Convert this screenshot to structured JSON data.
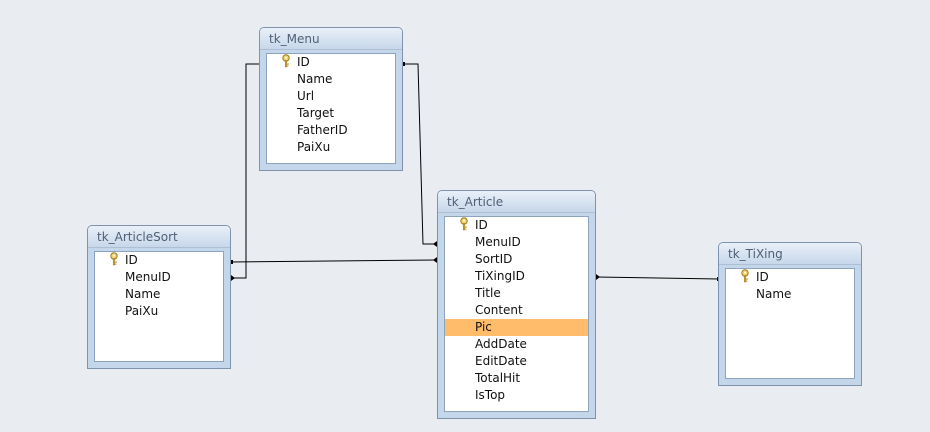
{
  "tables": {
    "menu": {
      "title": "tk_Menu",
      "columns": [
        {
          "name": "ID",
          "key": true
        },
        {
          "name": "Name",
          "key": false
        },
        {
          "name": "Url",
          "key": false
        },
        {
          "name": "Target",
          "key": false
        },
        {
          "name": "FatherID",
          "key": false
        },
        {
          "name": "PaiXu",
          "key": false
        }
      ]
    },
    "article_sort": {
      "title": "tk_ArticleSort",
      "columns": [
        {
          "name": "ID",
          "key": true
        },
        {
          "name": "MenuID",
          "key": false
        },
        {
          "name": "Name",
          "key": false
        },
        {
          "name": "PaiXu",
          "key": false
        }
      ]
    },
    "article": {
      "title": "tk_Article",
      "columns": [
        {
          "name": "ID",
          "key": true
        },
        {
          "name": "MenuID",
          "key": false
        },
        {
          "name": "SortID",
          "key": false
        },
        {
          "name": "TiXingID",
          "key": false
        },
        {
          "name": "Title",
          "key": false
        },
        {
          "name": "Content",
          "key": false
        },
        {
          "name": "Pic",
          "key": false,
          "selected": true
        },
        {
          "name": "AddDate",
          "key": false
        },
        {
          "name": "EditDate",
          "key": false
        },
        {
          "name": "TotalHit",
          "key": false
        },
        {
          "name": "IsTop",
          "key": false
        }
      ]
    },
    "tixing": {
      "title": "tk_TiXing",
      "columns": [
        {
          "name": "ID",
          "key": true
        },
        {
          "name": "Name",
          "key": false
        }
      ]
    }
  },
  "relationships": [
    {
      "from": "tk_Menu.ID",
      "to": "tk_ArticleSort.MenuID"
    },
    {
      "from": "tk_Menu.ID",
      "to": "tk_Article.MenuID"
    },
    {
      "from": "tk_ArticleSort.ID",
      "to": "tk_Article.SortID"
    },
    {
      "from": "tk_TiXing.ID",
      "to": "tk_Article.TiXingID"
    }
  ],
  "colors": {
    "background": "#e9edf1",
    "table_frame": "#c4d6ea",
    "selected_row": "#ffbd6b",
    "line": "#000000"
  },
  "icons": {
    "primary_key": "key-icon"
  }
}
